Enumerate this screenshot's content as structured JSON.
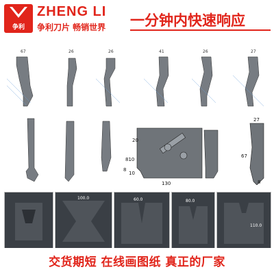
{
  "header": {
    "logo_text": "争利",
    "brand_name": "ZHENG LI",
    "brand_subtitle": "争利刀片 畅销世界",
    "slogan": "一分钟内快速响应"
  },
  "drawings": {
    "top_row_dims": [
      "67",
      "26",
      "26",
      "41",
      "26",
      "27"
    ],
    "mid_labels": [
      "20",
      "810",
      "8",
      "10",
      "130",
      "27",
      "67",
      "8"
    ]
  },
  "photos": {
    "dims": [
      "100.0",
      "60.0",
      "80.0",
      "110.0"
    ]
  },
  "footer": {
    "tagline": "交货期短 在线画图纸 真正的厂家"
  },
  "colors": {
    "brand_red": "#e1251b",
    "steel": "#6f7479"
  }
}
